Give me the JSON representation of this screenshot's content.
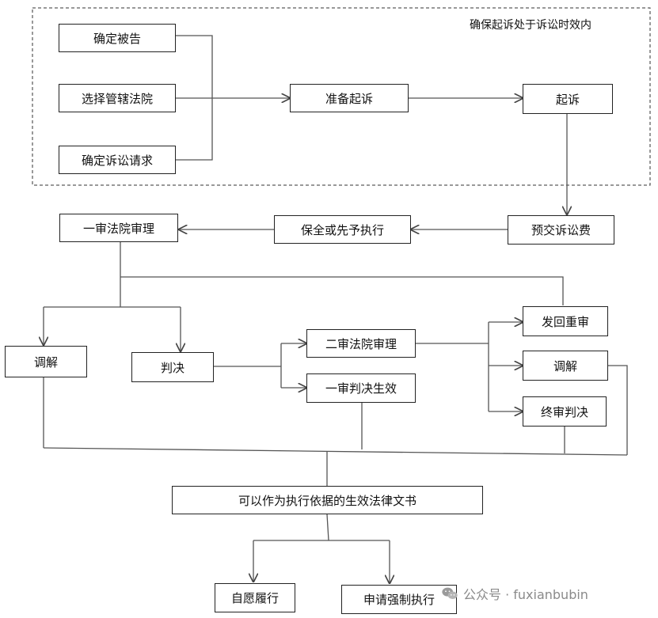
{
  "prep_group": {
    "label": "确保起诉处于诉讼时效内"
  },
  "nodes": {
    "defendant": "确定被告",
    "court": "选择管辖法院",
    "claim": "确定诉讼请求",
    "prepare": "准备起诉",
    "sue": "起诉",
    "fee": "预交诉讼费",
    "preserve": "保全或先予执行",
    "first_trial": "一审法院审理",
    "mediate_1": "调解",
    "judgment": "判决",
    "second_trial": "二审法院审理",
    "first_effective": "一审判决生效",
    "remand": "发回重审",
    "mediate_2": "调解",
    "final_judgment": "终审判决",
    "legal_document": "可以作为执行依据的生效法律文书",
    "voluntary": "自愿履行",
    "enforce": "申请强制执行"
  },
  "watermark": {
    "text": "公众号 · fuxianbubin",
    "icon": "wechat-icon"
  },
  "colors": {
    "line": "#555555",
    "border": "#222222",
    "watermark": "#8a8a8a"
  }
}
